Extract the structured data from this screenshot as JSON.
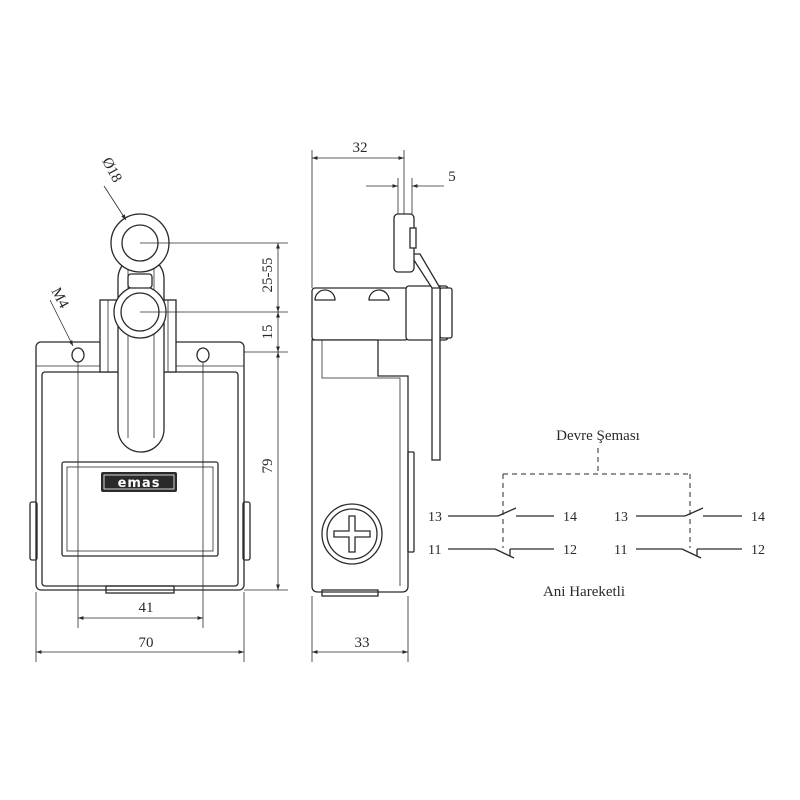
{
  "dimensions": {
    "d32": "32",
    "d5": "5",
    "d18": "Ø18",
    "dm4": "M4",
    "d2555": "25-55",
    "d15": "15",
    "d79": "79",
    "d41": "41",
    "d70": "70",
    "d33": "33"
  },
  "logo": "emas",
  "schematic": {
    "title": "Devre Şeması",
    "subtitle": "Ani Hareketli",
    "left": {
      "t13": "13",
      "t14": "14",
      "t11": "11",
      "t12": "12"
    },
    "right": {
      "t13": "13",
      "t14": "14",
      "t11": "11",
      "t12": "12"
    }
  }
}
